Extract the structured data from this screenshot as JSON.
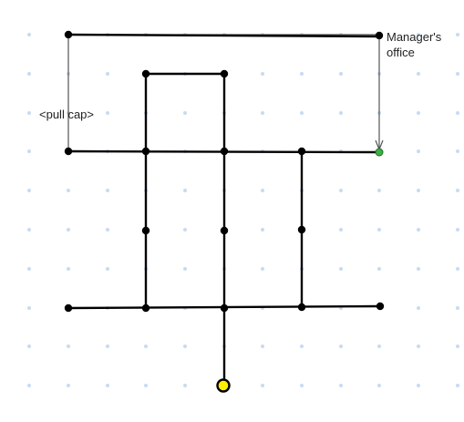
{
  "labels": {
    "manager_line1": "Manager's",
    "manager_line2": "office",
    "pull_cap": "<pull cap>"
  },
  "colors": {
    "grid_dot": "#c7dbf2",
    "wire": "#000000",
    "node": "#000000",
    "end_node": "#3cb043",
    "start_node_fill": "#ffee00",
    "start_node_stroke": "#000000",
    "pull_line": "#555555",
    "text": "#222222"
  }
}
